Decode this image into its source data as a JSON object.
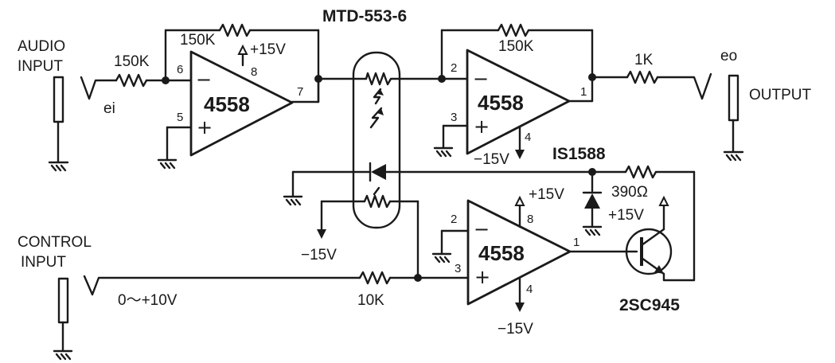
{
  "title": "MTD-553-6",
  "inputs": {
    "audio_label_line1": "AUDIO",
    "audio_label_line2": "INPUT",
    "audio_signal": "ei",
    "control_label_line1": "CONTROL",
    "control_label_line2": "INPUT",
    "control_range": "0～+10V"
  },
  "output": {
    "label": "OUTPUT",
    "signal": "eo"
  },
  "opamps": [
    {
      "part": "4558",
      "pin_inv": "6",
      "pin_noninv": "5",
      "pin_out": "7",
      "pin_supply": "8"
    },
    {
      "part": "4558",
      "pin_inv": "2",
      "pin_noninv": "3",
      "pin_out": "1",
      "pin_supply": "4"
    },
    {
      "part": "4558",
      "pin_inv": "2",
      "pin_noninv": "3",
      "pin_out": "1",
      "pin_supply_pos": "8",
      "pin_supply_neg": "4"
    }
  ],
  "resistors": {
    "r_in": "150K",
    "r_fb1": "150K",
    "r_fb2": "150K",
    "r_out": "1K",
    "r_ctrl": "10K",
    "r_led": "390Ω"
  },
  "supplies": {
    "opamp1_pos": "+15V",
    "opamp2_neg": "−15V",
    "photocell_neg": "−15V",
    "opamp3_pos": "+15V",
    "opamp3_neg": "−15V",
    "transistor_pos": "+15V"
  },
  "diode": "IS1588",
  "transistor": "2SC945",
  "signs": {
    "minus": "−",
    "plus": "+"
  },
  "icons": {
    "ground": "ground-symbol-icon",
    "jack": "jack-connector-icon",
    "supply": "supply-arrow-icon",
    "photocell": "photoresistor-icon",
    "led": "led-icon"
  },
  "colors": {
    "ink": "#1a1a1a",
    "paper": "#ffffff"
  }
}
